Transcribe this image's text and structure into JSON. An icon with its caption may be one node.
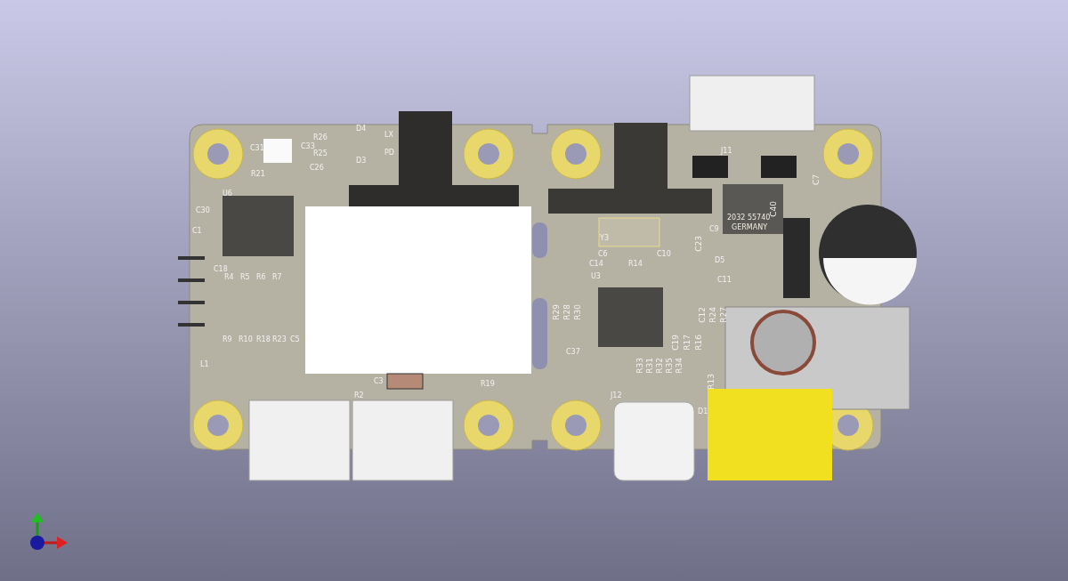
{
  "diagram": {
    "labels": [
      "C31",
      "C33",
      "R26",
      "D4",
      "LX",
      "R25",
      "D3",
      "PD",
      "R21",
      "C26",
      "U6",
      "C30",
      "C1",
      "C18",
      "R4",
      "R5",
      "R6",
      "R7",
      "R9",
      "R10",
      "R18",
      "R23",
      "C5",
      "L1",
      "C3",
      "R19",
      "R2",
      "J11",
      "C7",
      "C40",
      "2032 55740",
      "GERMANY",
      "Y3",
      "C9",
      "C23",
      "C6",
      "R14",
      "C10",
      "C14",
      "D5",
      "C11",
      "U3",
      "R29",
      "R28",
      "R30",
      "C37",
      "C12",
      "R24",
      "R27",
      "C19",
      "R17",
      "R16",
      "R13",
      "R33",
      "R31",
      "R32",
      "R35",
      "R34",
      "J12",
      "D1"
    ]
  }
}
